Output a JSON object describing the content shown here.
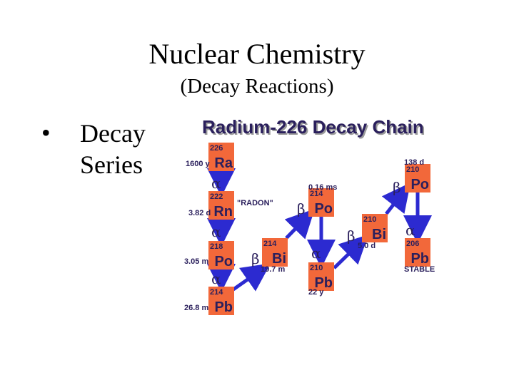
{
  "slide": {
    "title": "Nuclear Chemistry",
    "subtitle": "(Decay Reactions)",
    "bullet_symbol": "•",
    "bullet_text_line1": "Decay",
    "bullet_text_line2": "Series"
  },
  "diagram": {
    "heading": "Radium-226 Decay Chain",
    "nuclides": [
      {
        "mass": "226",
        "symbol": "Ra",
        "half_life": "1600 y"
      },
      {
        "mass": "222",
        "symbol": "Rn",
        "half_life": "3.82 d",
        "note": "\"RADON\""
      },
      {
        "mass": "218",
        "symbol": "Po",
        "half_life": "3.05 m"
      },
      {
        "mass": "214",
        "symbol": "Pb",
        "half_life": "26.8 m"
      },
      {
        "mass": "214",
        "symbol": "Bi",
        "half_life": "19.7 m"
      },
      {
        "mass": "214",
        "symbol": "Po",
        "half_life": "0.16 ms"
      },
      {
        "mass": "210",
        "symbol": "Pb",
        "half_life": "22 y"
      },
      {
        "mass": "210",
        "symbol": "Bi",
        "half_life": "5.0 d"
      },
      {
        "mass": "210",
        "symbol": "Po",
        "half_life": "138 d"
      },
      {
        "mass": "206",
        "symbol": "Pb",
        "half_life": "STABLE"
      }
    ],
    "alpha": "α",
    "beta": "β",
    "colors": {
      "box": "#f2683a",
      "arrow": "#2c2ad0",
      "text": "#2a1f5c",
      "heading_shadow": "#9a9a9a"
    }
  }
}
